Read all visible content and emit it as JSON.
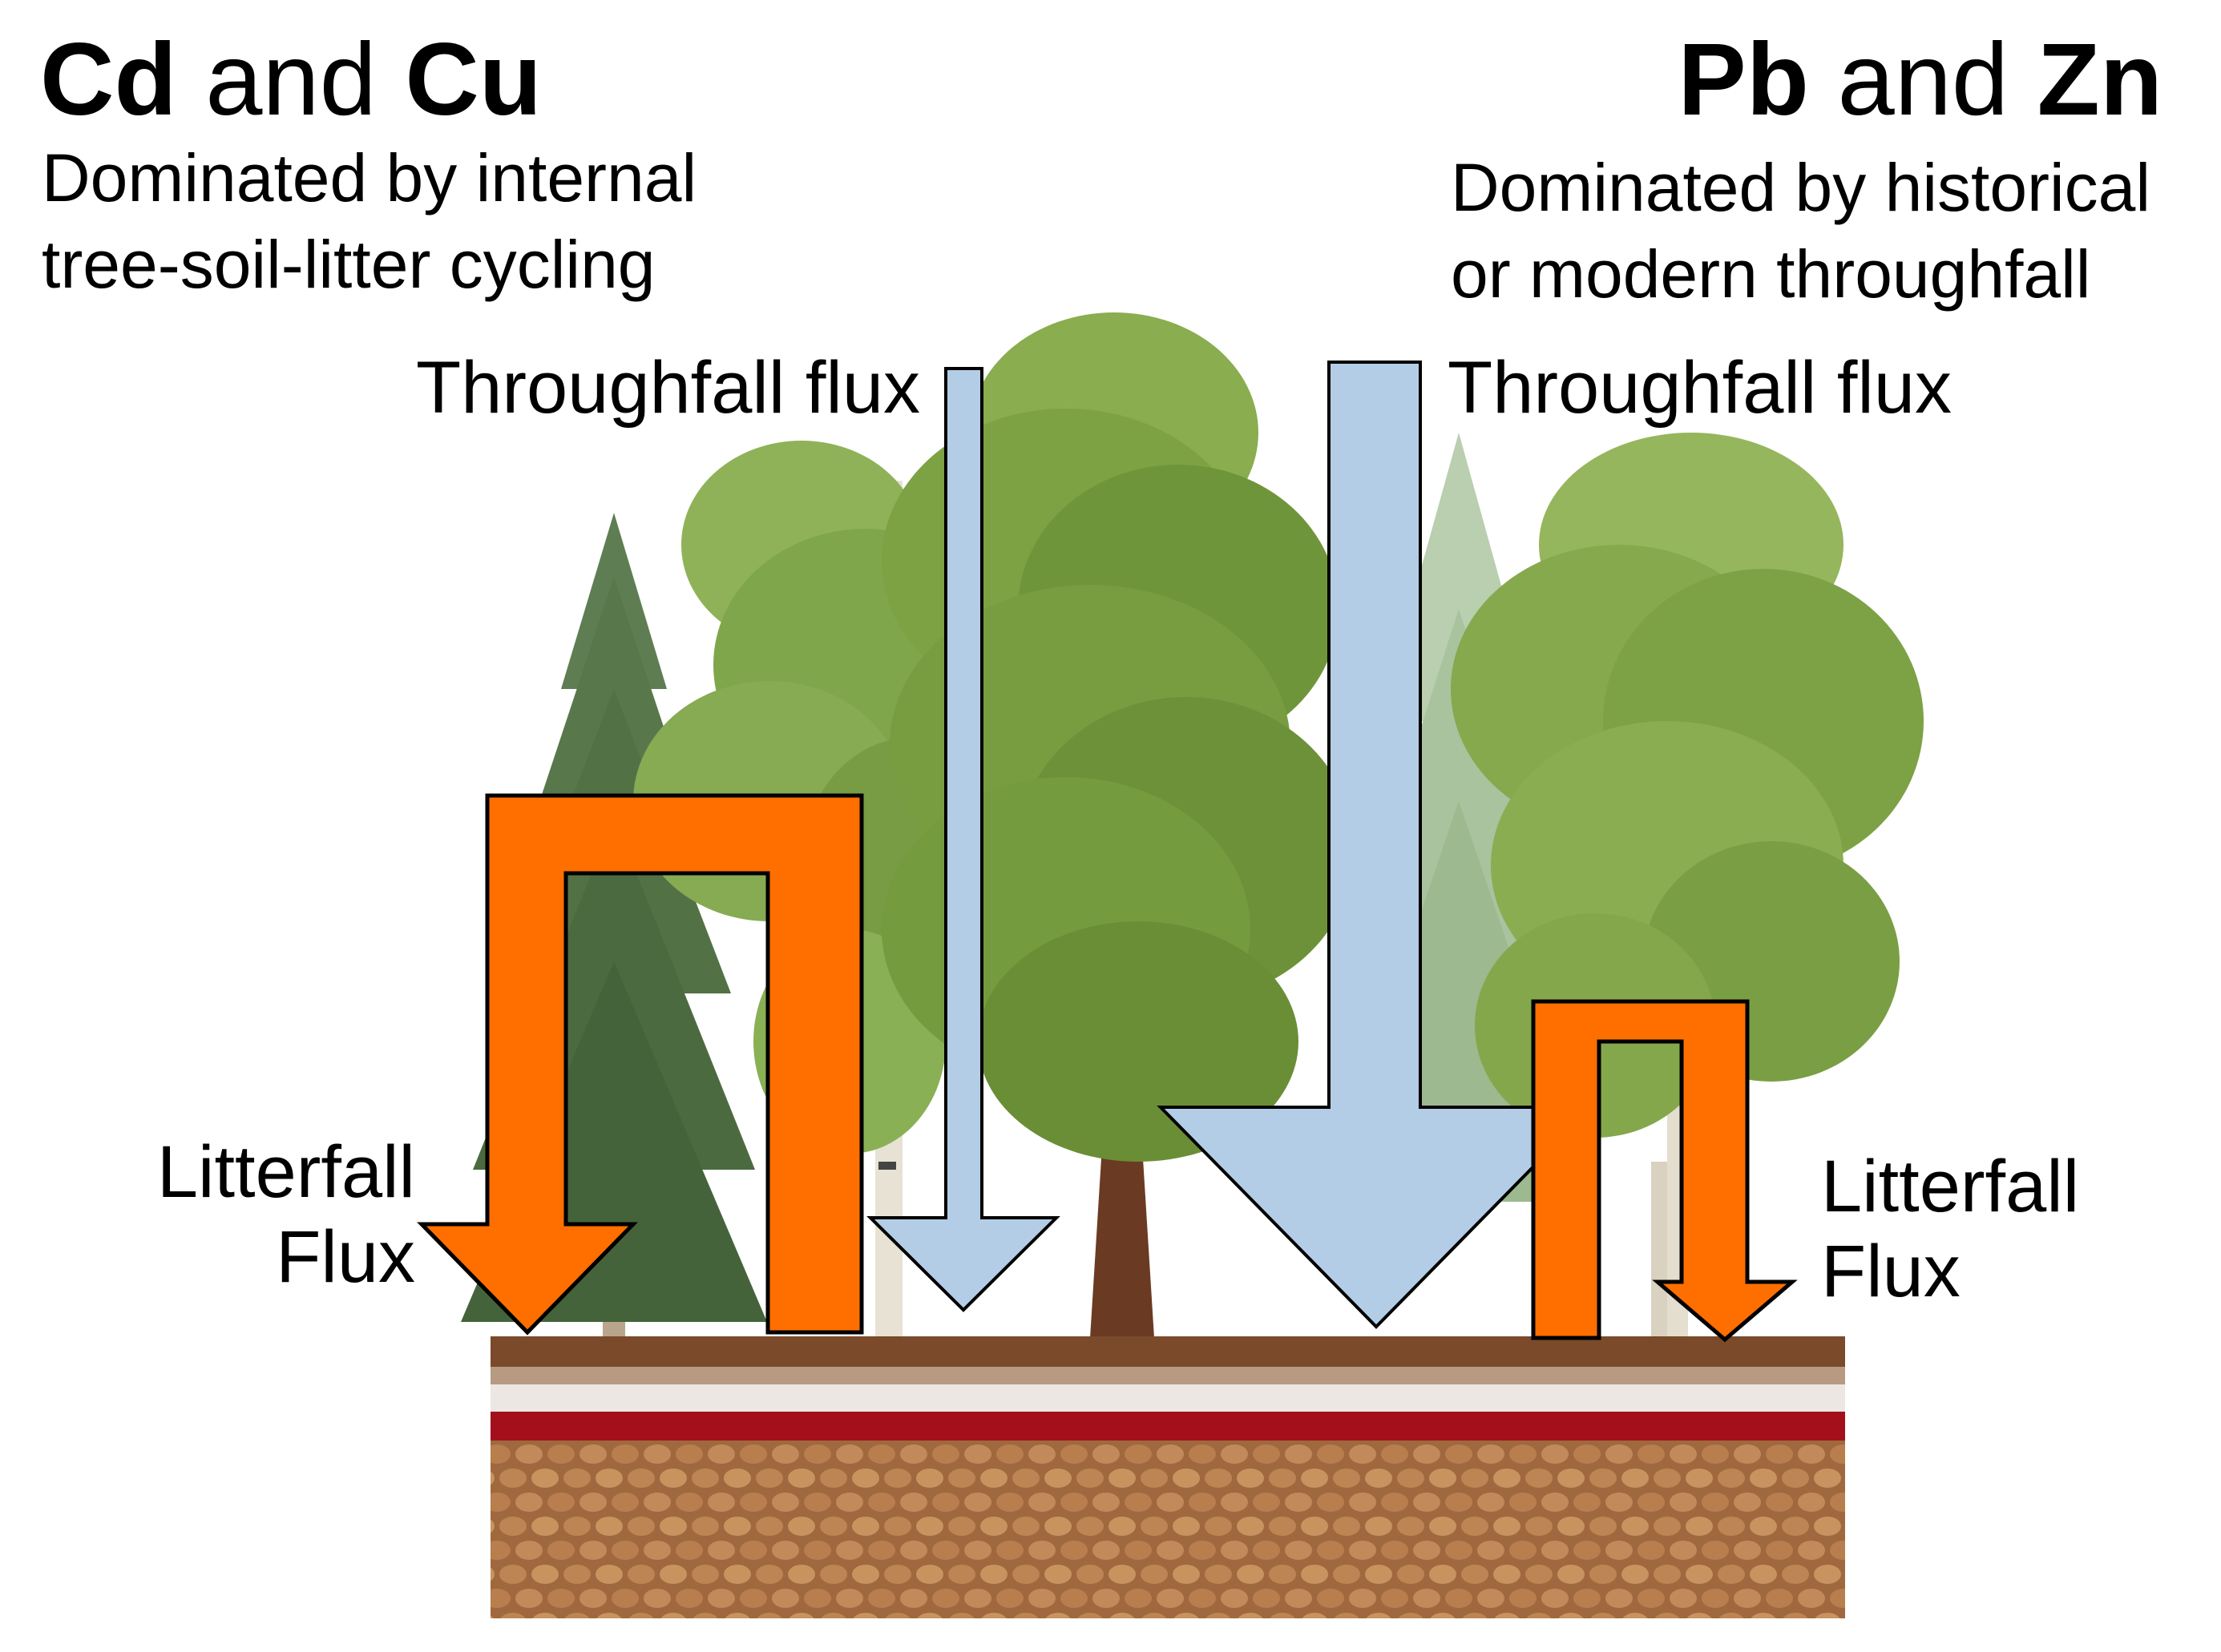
{
  "left": {
    "metal_a": "Cd",
    "joiner": "and",
    "metal_b": "Cu",
    "subtitle_line1": "Dominated by internal",
    "subtitle_line2": "tree-soil-litter cycling",
    "throughfall_label": "Throughfall flux",
    "litterfall_line1": "Litterfall",
    "litterfall_line2": "Flux"
  },
  "right": {
    "metal_a": "Pb",
    "joiner": "and",
    "metal_b": "Zn",
    "subtitle_line1": "Dominated by historical",
    "subtitle_line2": "or  modern throughfall",
    "throughfall_label": "Throughfall flux",
    "litterfall_line1": "Litterfall",
    "litterfall_line2": "Flux"
  },
  "colors": {
    "litterfall_arrow": "#ff6f00",
    "throughfall_arrow": "#b4cde6",
    "arrow_outline": "#000000",
    "soil_top": "#7a4a2a",
    "soil_red_band": "#a3101c",
    "soil_body": "#a0683e"
  },
  "icons": [
    "conifer-tree",
    "broadleaf-trees",
    "soil-profile"
  ]
}
